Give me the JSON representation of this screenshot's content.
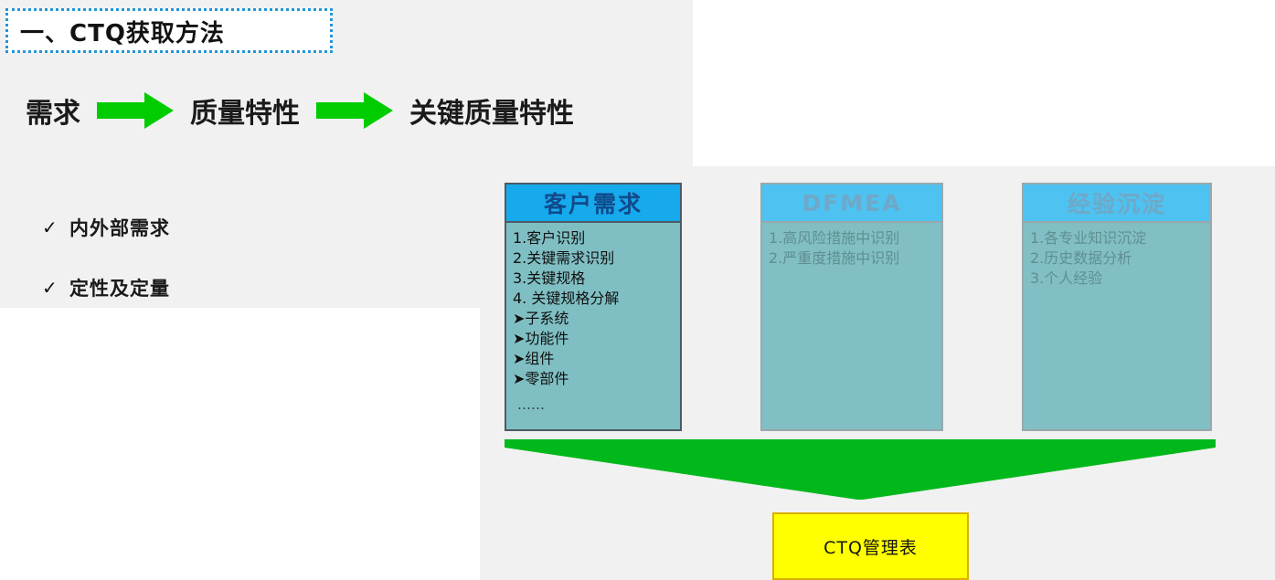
{
  "section": {
    "title": "一、CTQ获取方法"
  },
  "flow": {
    "steps": [
      "需求",
      "质量特性",
      "关键质量特性"
    ],
    "arrow_icon": "right-arrow-icon",
    "arrow_color": "#00cc00"
  },
  "checklist": {
    "mark": "✓",
    "items": [
      "内外部需求",
      "定性及定量"
    ]
  },
  "cards": [
    {
      "title": "客户需求",
      "lines": [
        "1.客户识别",
        "2.关键需求识别",
        "3.关键规格",
        "4. 关键规格分解",
        "➤子系统",
        "➤功能件",
        "➤组件",
        "➤零部件"
      ],
      "trailing": "……",
      "header_color": "#16aaed",
      "body_color": "#7fbfc4",
      "state": "active"
    },
    {
      "title": "DFMEA",
      "lines": [
        "1.高风险措施中识别",
        "2.严重度措施中识别"
      ],
      "trailing": "",
      "header_color": "#4ec2f0",
      "body_color": "#81bfc4",
      "state": "dimmed"
    },
    {
      "title": "经验沉淀",
      "lines": [
        "1.各专业知识沉淀",
        "2.历史数据分析",
        "3.个人经验"
      ],
      "trailing": "",
      "header_color": "#4ec2f0",
      "body_color": "#81bfc4",
      "state": "dimmed"
    }
  ],
  "funnel": {
    "icon": "down-funnel-arrow-icon",
    "color": "#00b81b"
  },
  "output": {
    "label": "CTQ管理表",
    "fill": "#ffff00",
    "border": "#d9b000"
  },
  "theme": {
    "title_border": "#2196d6",
    "plate_bg": "#f1f1f1",
    "page_bg": "#ffffff"
  }
}
